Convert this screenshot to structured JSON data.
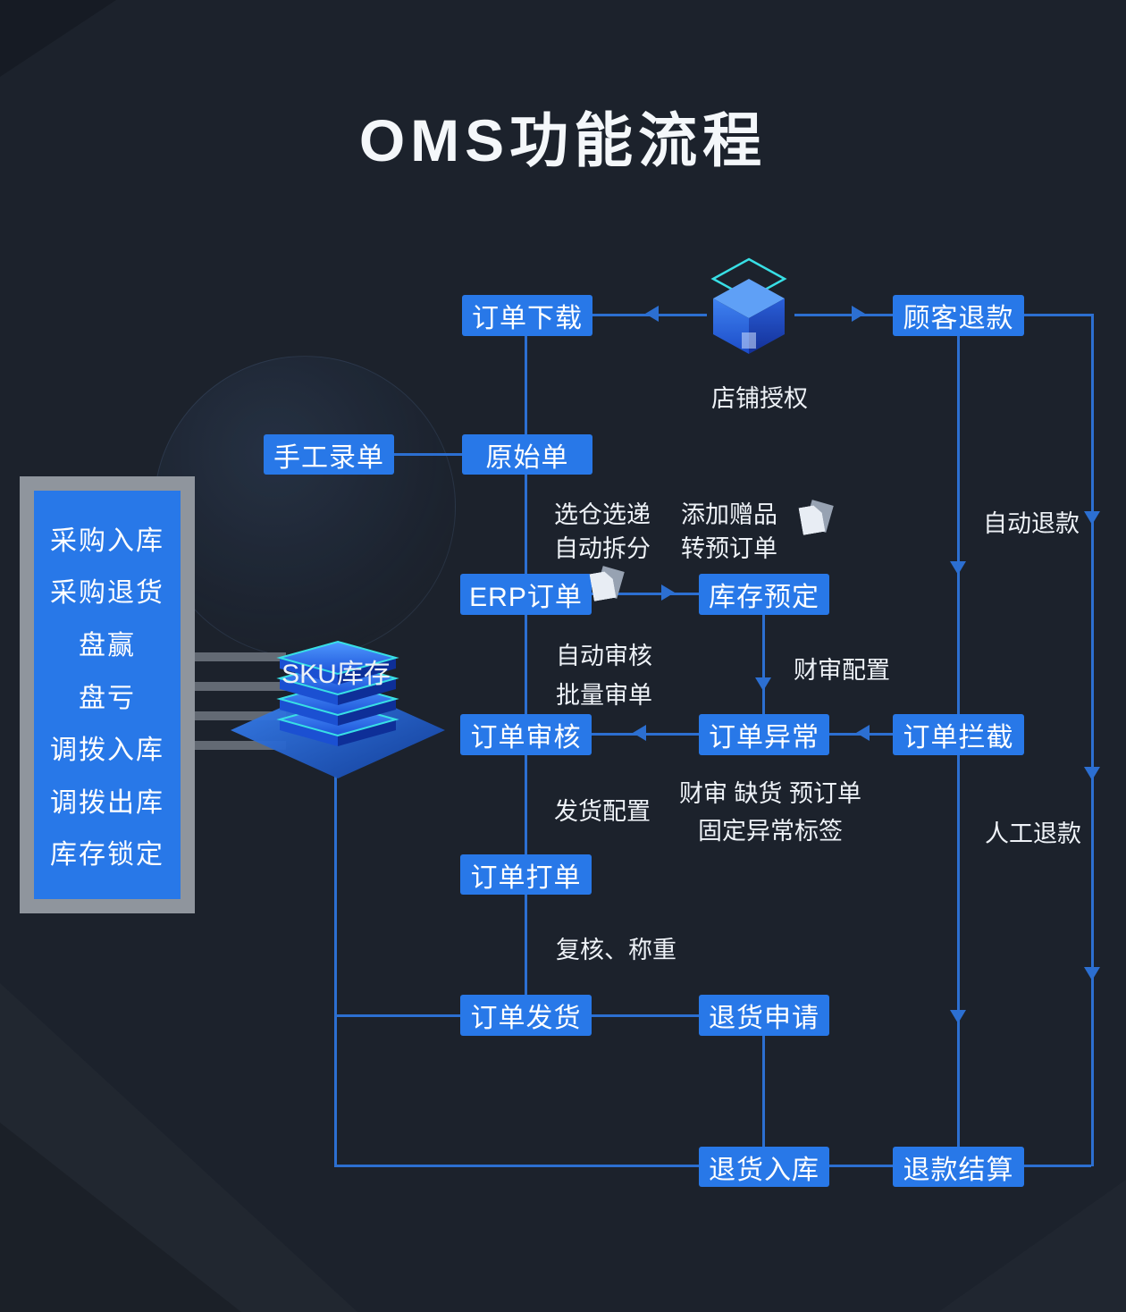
{
  "title": "OMS功能流程",
  "nodes": {
    "order_download": "订单下载",
    "customer_refund": "顾客退款",
    "manual_entry": "手工录单",
    "original_order": "原始单",
    "erp_order": "ERP订单",
    "inventory_reserve": "库存预定",
    "order_review": "订单审核",
    "order_exception": "订单异常",
    "order_intercept": "订单拦截",
    "order_print": "订单打单",
    "order_ship": "订单发货",
    "return_request": "退货申请",
    "return_inbound": "退货入库",
    "refund_settlement": "退款结算"
  },
  "labels": {
    "store_auth": "店铺授权",
    "sku_stock": "SKU库存",
    "pick_warehouse": "选仓选递",
    "auto_split": "自动拆分",
    "add_gift": "添加赠品",
    "to_preorder": "转预订单",
    "auto_refund": "自动退款",
    "auto_review": "自动审核",
    "batch_review": "批量审单",
    "finance_config": "财审配置",
    "ship_config": "发货配置",
    "exception_types": "财审 缺货 预订单",
    "exception_tag": "固定异常标签",
    "manual_refund": "人工退款",
    "recheck_weigh": "复核、称重"
  },
  "panel": {
    "items": [
      "采购入库",
      "采购退货",
      "盘赢",
      "盘亏",
      "调拨入库",
      "调拨出库",
      "库存锁定"
    ]
  },
  "colors": {
    "background": "#1c222c",
    "node_blue": "#2878e8",
    "line_blue": "#2c6fd1",
    "accent_cyan": "#38dfe5"
  }
}
